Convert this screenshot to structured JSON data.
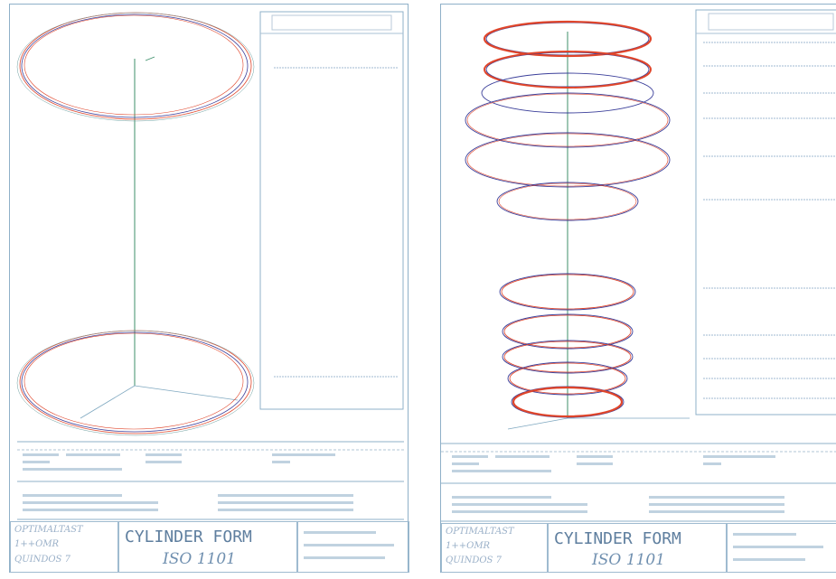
{
  "sheets": [
    {
      "id": "left",
      "logo_lines": [
        "OPTIMALTAST",
        "1++OMR",
        "QUINDOS 7"
      ],
      "title": "CYLINDER FORM",
      "subtitle": "ISO 1101"
    },
    {
      "id": "right",
      "logo_lines": [
        "OPTIMALTAST",
        "1++OMR",
        "QUINDOS 7"
      ],
      "title": "CYLINDER FORM",
      "subtitle": "ISO 1101"
    }
  ],
  "colors": {
    "frame": "#8fb0c8",
    "measured_red": "#e0452a",
    "nominal_blue": "#3b3f9a",
    "axis_green": "#3c8f6a"
  }
}
